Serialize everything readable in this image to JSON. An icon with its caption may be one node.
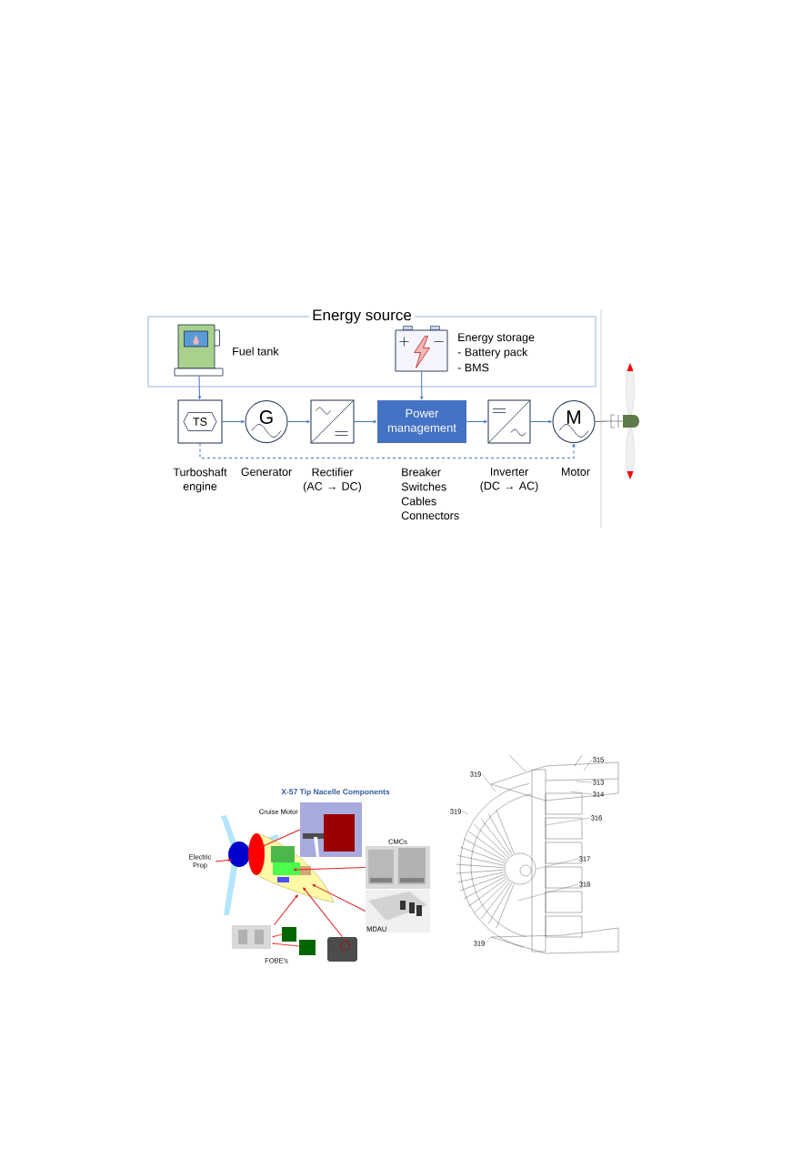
{
  "diagram": {
    "nodes": [
      {
        "text": [
          "Energy source"
        ]
      },
      {
        "text": [
          "Fuel tank"
        ],
        "in": 0
      },
      {
        "text": [
          "Energy storage",
          "- Battery pack",
          "- BMS"
        ],
        "in": 0
      },
      {
        "text": [
          "TS"
        ],
        "beside": [
          "Turboshaft engine"
        ]
      },
      {
        "text": [
          "G"
        ],
        "beside": [
          "Generator"
        ]
      },
      {
        "text": [],
        "shape": "box",
        "beside": [
          "Rectifier (AC → DC)"
        ]
      },
      {
        "text": [
          "Power management"
        ],
        "beside": [
          "Breaker",
          "Switches",
          "Cables",
          "Connectors"
        ]
      },
      {
        "text": [],
        "shape": "box",
        "beside": [
          "Inverter (DC → AC)"
        ]
      },
      {
        "text": [
          "M"
        ],
        "beside": [
          "Motor"
        ]
      },
      {
        "text": [],
        "shape": "picture"
      },
      {
        "text": [],
        "shape": "picture"
      },
      {
        "text": [
          "Cruise Motor"
        ]
      },
      {
        "text": [
          "Electric Prop"
        ]
      },
      {
        "text": [
          "CMCs"
        ]
      },
      {
        "text": [
          "MDAU"
        ]
      },
      {
        "text": [
          "FOBE's"
        ]
      },
      {
        "text": [],
        "shape": "picture"
      },
      {
        "text": [],
        "shape": "picture"
      },
      {
        "text": [
          "315"
        ],
        "in": 17
      },
      {
        "text": [
          "319"
        ],
        "in": 17
      },
      {
        "text": [
          "313"
        ],
        "in": 17
      },
      {
        "text": [
          "314"
        ],
        "in": 17
      },
      {
        "text": [
          "319"
        ],
        "in": 17
      },
      {
        "text": [
          "316"
        ],
        "in": 17
      },
      {
        "text": [
          "317"
        ],
        "in": 17
      },
      {
        "text": [
          "318"
        ],
        "in": 17
      },
      {
        "text": [
          "319"
        ],
        "in": 17
      }
    ],
    "edges": [
      {
        "from": 1,
        "to": 3,
        "arrow": "to",
        "color": "#4472c4"
      },
      {
        "from": 2,
        "to": 6,
        "arrow": "to",
        "color": "#4472c4"
      },
      {
        "from": 3,
        "to": 4,
        "arrow": "to",
        "color": "#4472c4"
      },
      {
        "from": 4,
        "to": 5,
        "arrow": "to",
        "color": "#4472c4"
      },
      {
        "from": 5,
        "to": 6,
        "arrow": "to",
        "color": "#4472c4"
      },
      {
        "from": 6,
        "to": 7,
        "arrow": "to",
        "color": "#4472c4"
      },
      {
        "from": 7,
        "to": 8,
        "arrow": "to",
        "color": "#4472c4"
      },
      {
        "from": 3,
        "to": 8,
        "arrow": "to",
        "style": "dashed",
        "color": "#4472c4"
      },
      {
        "from": 8,
        "to": 9,
        "arrow": "none"
      },
      {
        "from": 11,
        "to": 10,
        "arrow": "to",
        "color": "#e02020"
      },
      {
        "from": 12,
        "to": 10,
        "arrow": "to",
        "color": "#e02020"
      },
      {
        "from": 13,
        "to": 10,
        "arrow": "to",
        "color": "#e02020"
      },
      {
        "from": 14,
        "to": 10,
        "arrow": "to",
        "color": "#e02020"
      },
      {
        "from": 15,
        "to": 10,
        "arrow": "to",
        "color": "#e02020"
      },
      {
        "from": 16,
        "to": 10,
        "arrow": "to",
        "color": "#e02020"
      },
      {
        "from": 18,
        "to": null,
        "arrow": "none"
      },
      {
        "from": 19,
        "to": null,
        "arrow": "none"
      },
      {
        "from": 20,
        "to": null,
        "arrow": "none"
      },
      {
        "from": 21,
        "to": null,
        "arrow": "none"
      },
      {
        "from": 22,
        "to": null,
        "arrow": "none"
      },
      {
        "from": 23,
        "to": null,
        "arrow": "none"
      },
      {
        "from": 24,
        "to": null,
        "arrow": "none"
      },
      {
        "from": 25,
        "to": null,
        "arrow": "none"
      },
      {
        "from": 26,
        "to": null,
        "arrow": "none"
      }
    ],
    "labels": [
      "X-57 Tip Nacelle Components"
    ]
  }
}
